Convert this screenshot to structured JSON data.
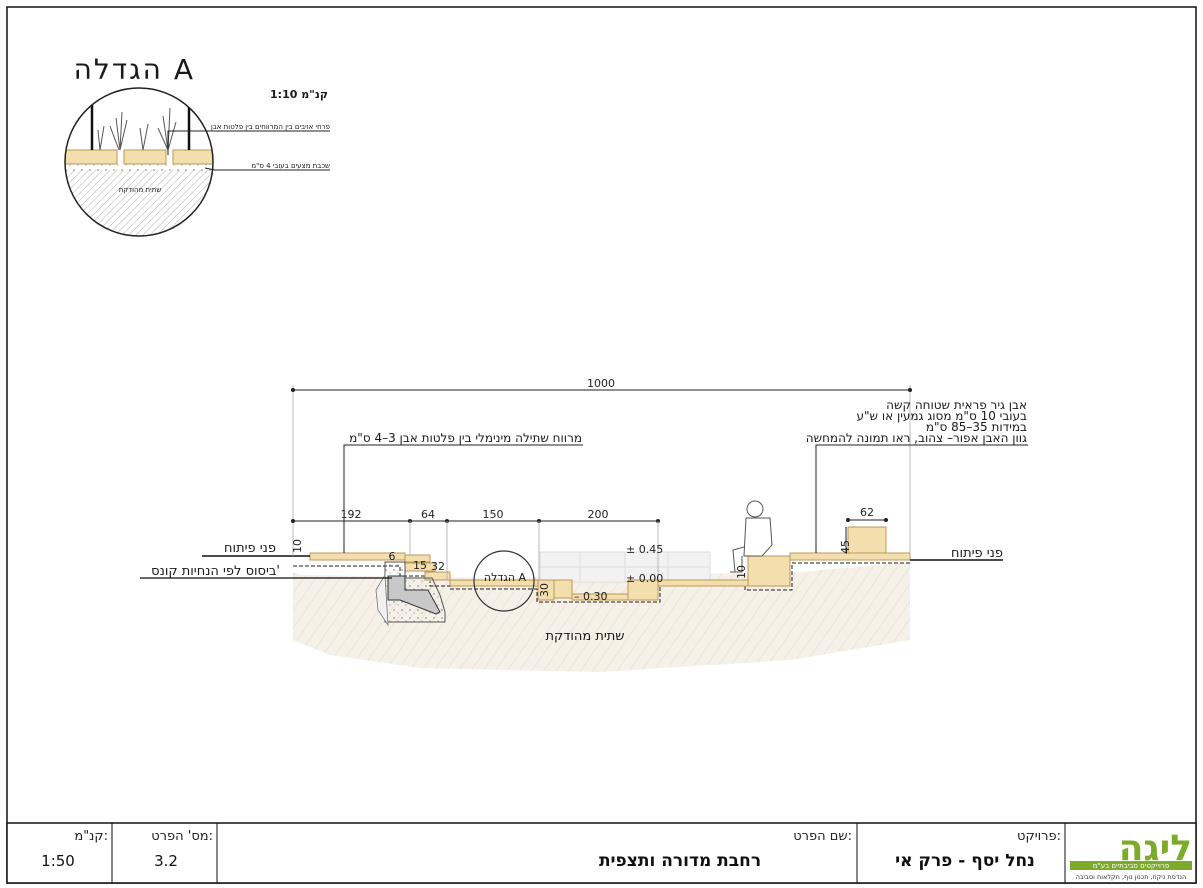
{
  "enlargement": {
    "title": "הגדלה A",
    "scale": "קנ\"מ 1:10",
    "callout_grass": "פרחי אויבים בין המרווחים בין פלטות אבן",
    "callout_bedding": "שכבת מצעים בעובי 4 ס\"מ",
    "soil_label": "שתית מהודקת"
  },
  "section": {
    "total_dim": "1000",
    "dims": [
      "192",
      "64",
      "150",
      "200"
    ],
    "dim_62": "62",
    "dim_45": "45",
    "dim_6": "6",
    "dim_32": "32",
    "dim_30": "30",
    "dim_10a": "10",
    "dim_10b": "10",
    "dim_15": "15",
    "level_045": "± 0.45",
    "level_000": "± 0.00",
    "level_030": "– 0.30",
    "enlarge_tag": "הגדלה A",
    "callout_gap": "מרווח שתילה מינימלי בין פלטות אבן 3–4 ס\"מ",
    "callout_stone": [
      "אבן גיר פראית שטוחה קשה",
      "בעובי 10 ס\"מ מסוג גמעין או ש\"ע",
      "במידות 35–85 ס\"מ",
      "גוון האבן אפור– צהוב, ראו תמונה להמחשה"
    ],
    "finish_left": "פני פיתוח",
    "finish_right": "פני פיתוח",
    "foundation": "ביסוס לפי הנחיות קונס'",
    "subgrade": "שתית מהודקת"
  },
  "title_block": {
    "scale_label": "קנ\"מ:",
    "scale_value": "1:50",
    "detail_no_label": "מס' הפרט:",
    "detail_no_value": "3.2",
    "detail_name_label": "שם הפרט:",
    "detail_name_value": "רחבת מדורה ותצפית",
    "project_label": "פרויקט:",
    "project_value": "נחל יסף - פרק אי",
    "logo_text": "ליגה",
    "logo_sub1": "פרוייקטים סביבתיים בע\"מ",
    "logo_sub2": "הנדסת ניקוז, תכנון נוף, חקלאות וסביבה"
  },
  "colors": {
    "stone": "#f3dfae",
    "stone_stroke": "#b89a55",
    "soil": "#f4efe6",
    "line": "#1a1a1a",
    "logo_green": "#7cab2c"
  }
}
